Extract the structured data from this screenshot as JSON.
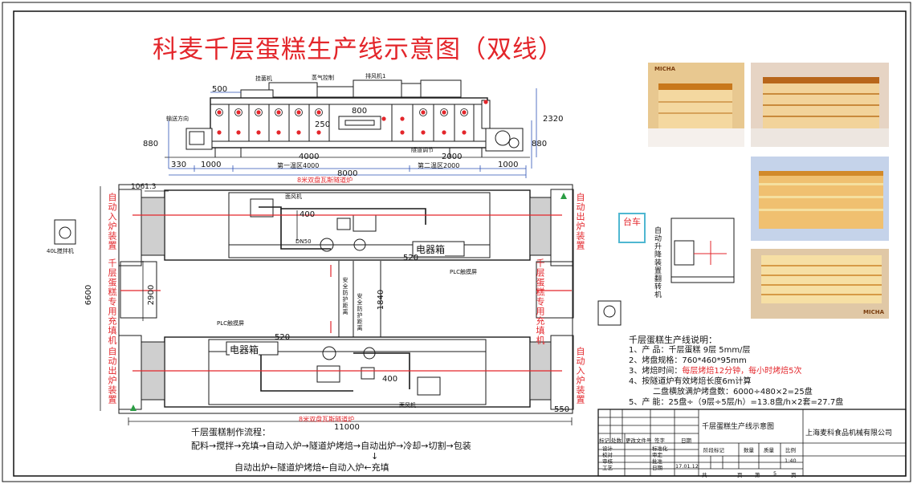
{
  "title": "科麦千层蛋糕生产线示意图（双线）",
  "colors": {
    "red": "#e3262b",
    "cyan": "#4fb7d1",
    "line": "#1a1a1a",
    "dim": "#2d52b5"
  },
  "elevation": {
    "labels": {
      "cutter_top": "挂菌机",
      "steam": "蒸气控制",
      "exhaust": "排风机1",
      "direction": "输送方向",
      "tunnel_adjust": "隧道调节",
      "zone1": "第一温区4000",
      "zone2": "第二温区2000"
    },
    "dims": [
      "500",
      "2320",
      "880",
      "880",
      "800",
      "250",
      "330",
      "1000",
      "4000",
      "2000",
      "1000",
      "8000"
    ]
  },
  "plan": {
    "top_line_label": "8米双盘瓦斯隧道炉",
    "bottom_line_label": "8米双盘瓦斯隧道炉",
    "machine_40l": "40L搅拌机",
    "electric_box": "电器箱",
    "electric_box_2": "电器箱",
    "plc_top": "PLC触摸屏",
    "plc_bottom": "PLC触摸屏",
    "fan_top": "面风机",
    "fan_bottom": "面风机",
    "dn50": "DN50",
    "vertical_mid_a": "安全防护距离",
    "vertical_mid_b": "安全防护距离",
    "left_labels": {
      "top": "自动入炉装置",
      "middle": "千层蛋糕专用充填机",
      "bottom": "自动出炉装置"
    },
    "right_labels": {
      "top": "自动出炉装置",
      "middle": "千层蛋糕专用充填机",
      "bottom": "自动入炉装置"
    },
    "dims": {
      "d1061": "1061.3",
      "d6600": "6600",
      "d2900": "2900",
      "d400a": "400",
      "d520a": "520",
      "d1840": "1840",
      "d520b": "520",
      "d400b": "400",
      "d550": "550",
      "d11000": "11000"
    }
  },
  "side": {
    "cart": "台车",
    "lift": "自动升降装置翻转机"
  },
  "notes": {
    "heading": "千层蛋糕生产线说明：",
    "l1": "1、产   品：千层蛋糕 9层 5mm/层",
    "l2": "2、烤盘规格：760*460*95mm",
    "l3_a": "3、烤焙时间：",
    "l3_b": "每层烤焙12分钟，每小时烤焙5次",
    "l4": "4、按隧道炉有效烤焙长度6m计算",
    "l4b": "二盘横放满炉烤盘数：6000÷480×2=25盘",
    "l5": "5、产   能：25盘÷（9层÷5层/h）=13.8盘/h×2套=27.7盘"
  },
  "flow": {
    "heading": "千层蛋糕制作流程：",
    "line1": "配料→搅拌→充填→自动入炉→隧道炉烤焙→自动出炉→冷却→切割→包装",
    "arrow": "↓",
    "line2": "自动出炉←隧道炉烤焙←自动入炉←充填"
  },
  "titleblock": {
    "drawing_name": "千层蛋糕生产线示意图",
    "company": "上海麦科食品机械有限公司",
    "hdr": [
      "标记",
      "处数",
      "更改文件号",
      "签字",
      "日期"
    ],
    "roles": [
      "设计",
      "校对",
      "审核",
      "工艺"
    ],
    "mid": [
      "标准化",
      "审定",
      "批准"
    ],
    "date_label": "日期",
    "date": "17.01.12",
    "stage": "阶段标记",
    "qty": "数量",
    "weight": "质量",
    "scale": "比例",
    "scale_val": "1:40",
    "total": "共",
    "pages": "页",
    "page": "第",
    "page_no": "5",
    "page_unit": "页"
  },
  "photos": {
    "brand": "MICHA"
  }
}
